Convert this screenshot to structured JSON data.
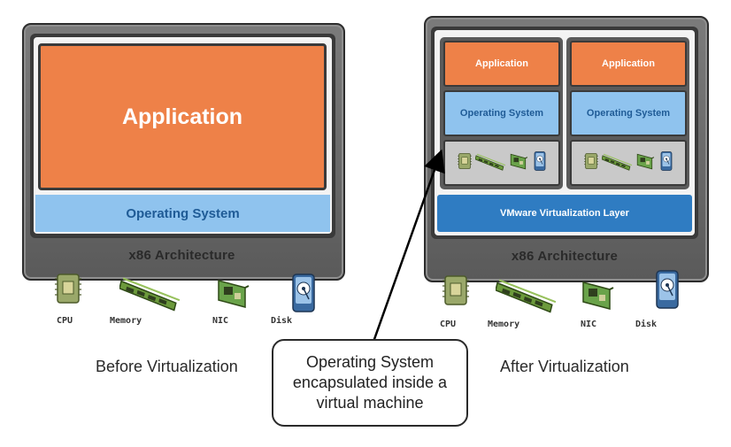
{
  "before": {
    "application_label": "Application",
    "os_label": "Operating System",
    "architecture_label": "x86 Architecture",
    "caption": "Before Virtualization",
    "hardware": [
      {
        "icon": "cpu-chip-icon",
        "label": "CPU"
      },
      {
        "icon": "memory-module-icon",
        "label": "Memory"
      },
      {
        "icon": "nic-card-icon",
        "label": "NIC"
      },
      {
        "icon": "disk-drive-icon",
        "label": "Disk"
      }
    ]
  },
  "after": {
    "vms": [
      {
        "application_label": "Application",
        "os_label": "Operating System"
      },
      {
        "application_label": "Application",
        "os_label": "Operating System"
      }
    ],
    "virtualization_layer_label": "VMware Virtualization Layer",
    "architecture_label": "x86 Architecture",
    "caption": "After Virtualization",
    "hardware": [
      {
        "icon": "cpu-chip-icon",
        "label": "CPU"
      },
      {
        "icon": "memory-module-icon",
        "label": "Memory"
      },
      {
        "icon": "nic-card-icon",
        "label": "NIC"
      },
      {
        "icon": "disk-drive-icon",
        "label": "Disk"
      }
    ]
  },
  "callout": {
    "lines": [
      "Operating System",
      "encapsulated inside a",
      "virtual machine"
    ]
  },
  "colors": {
    "application": "#ee8148",
    "operating_system": "#8fc3ee",
    "virtualization_layer": "#2f7cc2",
    "frame": "#6b6b6b"
  }
}
